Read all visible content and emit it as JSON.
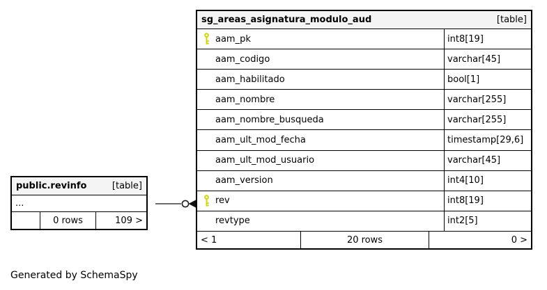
{
  "page": {
    "footer_note": "Generated by SchemaSpy"
  },
  "colors": {
    "table_border": "#000000",
    "header_bg": "#f4f4f4",
    "primary_key_icon": "#d4d400",
    "connector_line": "#3c3c3c"
  },
  "main_table": {
    "title": "sg_areas_asignatura_modulo_aud",
    "tag": "[table]",
    "columns": [
      {
        "name": "aam_pk",
        "type": "int8[19]",
        "pk": true
      },
      {
        "name": "aam_codigo",
        "type": "varchar[45]",
        "pk": false
      },
      {
        "name": "aam_habilitado",
        "type": "bool[1]",
        "pk": false
      },
      {
        "name": "aam_nombre",
        "type": "varchar[255]",
        "pk": false
      },
      {
        "name": "aam_nombre_busqueda",
        "type": "varchar[255]",
        "pk": false
      },
      {
        "name": "aam_ult_mod_fecha",
        "type": "timestamp[29,6]",
        "pk": false
      },
      {
        "name": "aam_ult_mod_usuario",
        "type": "varchar[45]",
        "pk": false
      },
      {
        "name": "aam_version",
        "type": "int4[10]",
        "pk": false
      },
      {
        "name": "rev",
        "type": "int8[19]",
        "pk": true
      },
      {
        "name": "revtype",
        "type": "int2[5]",
        "pk": false
      }
    ],
    "footer": {
      "left": "< 1",
      "center": "20 rows",
      "right": "0 >"
    }
  },
  "revinfo_table": {
    "title": "public.revinfo",
    "tag": "[table]",
    "ellipsis_row": "...",
    "footer": {
      "left": "",
      "center": "0 rows",
      "right": "109 >"
    }
  }
}
